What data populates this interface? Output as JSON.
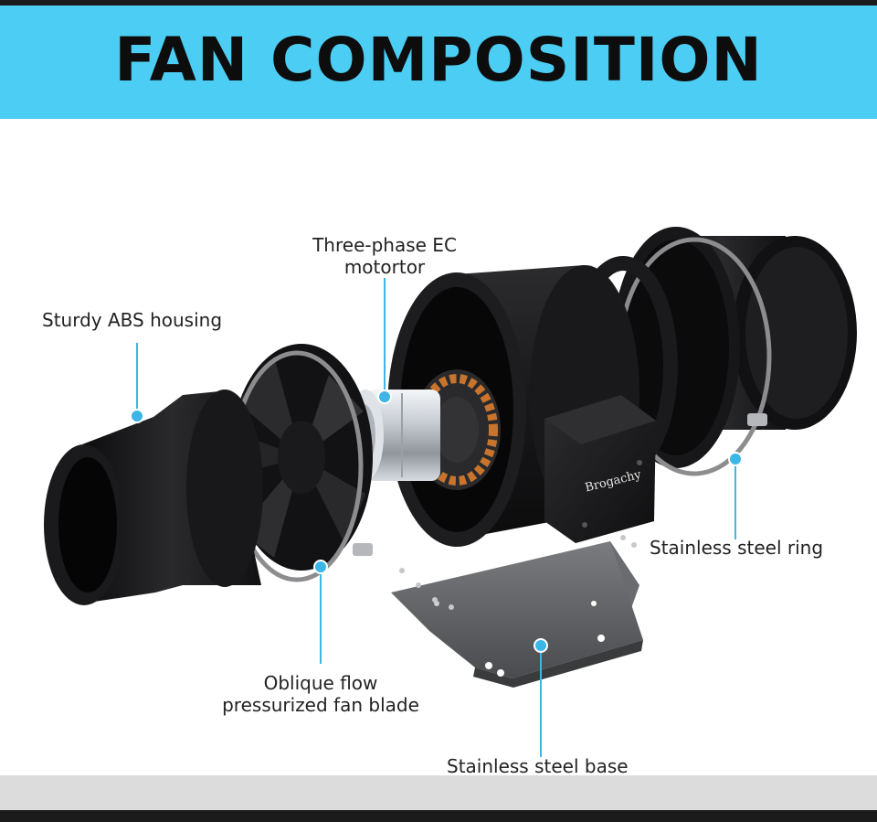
{
  "header": {
    "title": "FAN COMPOSITION"
  },
  "brand": {
    "logo_text": "Brogachy"
  },
  "labels": {
    "motor_line1": "Three-phase EC",
    "motor_line2": "motortor",
    "housing": "Sturdy ABS housing",
    "ring": "Stainless steel ring",
    "blade_line1": "Oblique flow",
    "blade_line2": "pressurized fan blade",
    "base": "Stainless steel base"
  },
  "colors": {
    "header_bg": "#4ccdf3",
    "callout": "#3bb6e6",
    "part_dark": "#1c1c1e",
    "copper": "#c8742c"
  }
}
